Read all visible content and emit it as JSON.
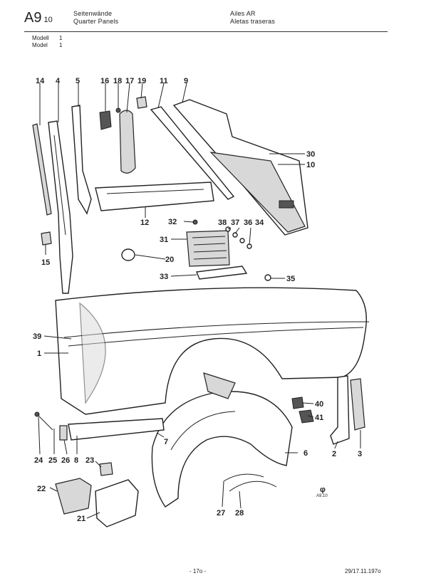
{
  "header": {
    "code_main": "A9",
    "code_sub": "10",
    "title_de": "Seitenwände",
    "title_en": "Quarter Panels",
    "title_fr": "Ailes AR",
    "title_es": "Aletas traseras"
  },
  "models": [
    {
      "label": "Modell",
      "value": "1"
    },
    {
      "label": "Model",
      "value": "1"
    }
  ],
  "callouts": [
    "14",
    "4",
    "5",
    "16",
    "18",
    "17",
    "19",
    "11",
    "9",
    "30",
    "10",
    "12",
    "32",
    "38",
    "37",
    "36",
    "34",
    "31",
    "20",
    "33",
    "35",
    "15",
    "39",
    "1",
    "40",
    "41",
    "24",
    "25",
    "26",
    "8",
    "23",
    "7",
    "6",
    "2",
    "3",
    "22",
    "21",
    "27",
    "28"
  ],
  "logo": {
    "symbol": "φ",
    "ref": "A9.10"
  },
  "footer": {
    "page": "- 17o -",
    "date": "29/17.11.197o"
  }
}
